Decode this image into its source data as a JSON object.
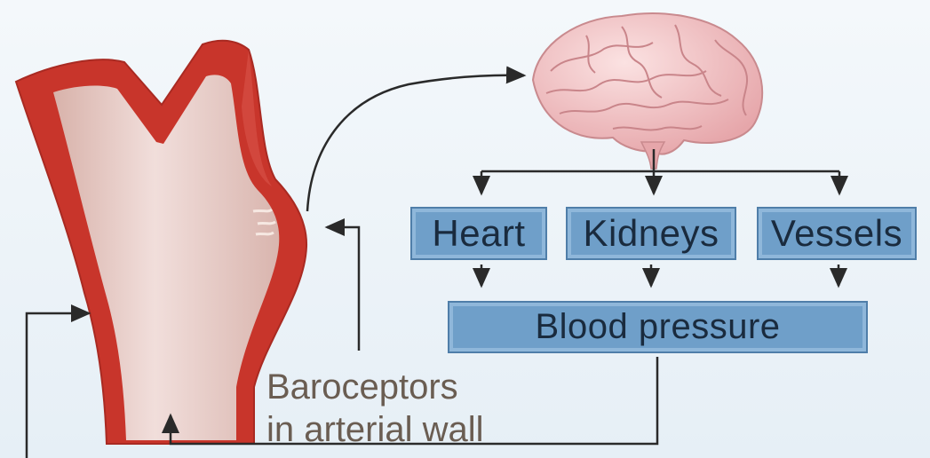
{
  "organs": {
    "heart_label": "Heart",
    "kidneys_label": "Kidneys",
    "vessels_label": "Vessels"
  },
  "output": {
    "blood_pressure_label": "Blood pressure"
  },
  "receptor": {
    "line1": "Baroceptors",
    "line2": "in arterial wall"
  },
  "colors": {
    "artery_wall": "#c8352b",
    "artery_lumen": "#e6c9c3",
    "box_fill": "#6f9fc9",
    "brain": "#f2c4c4",
    "arrow": "#2a2a2a"
  },
  "icons": [
    "artery-illustration",
    "brain-illustration"
  ]
}
